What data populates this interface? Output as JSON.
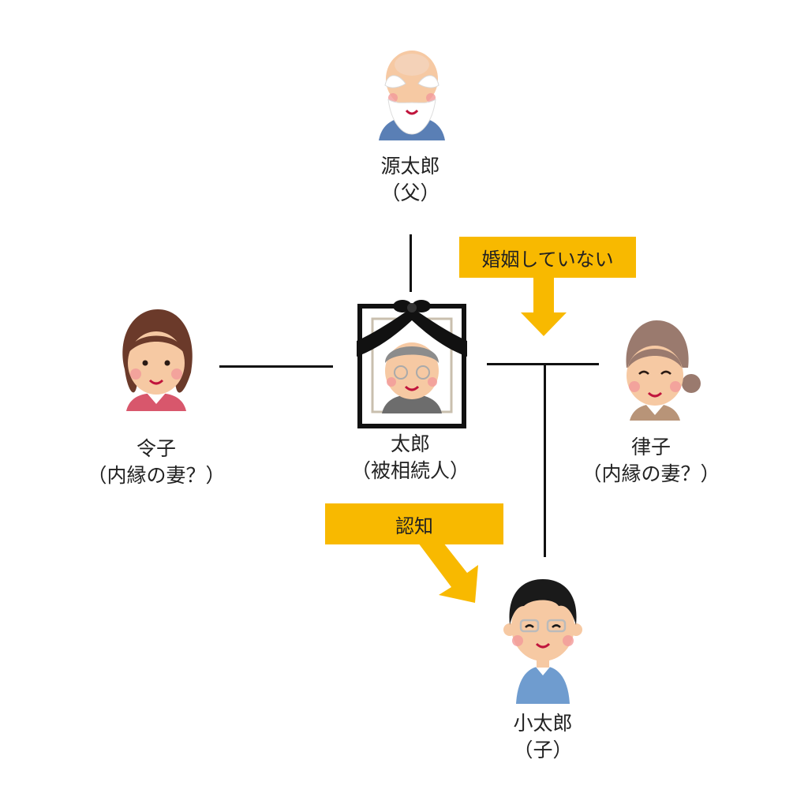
{
  "people": {
    "father": {
      "name": "源太郎",
      "role": "（父）"
    },
    "deceased": {
      "name": "太郎",
      "role": "（被相続人）"
    },
    "reiko": {
      "name": "令子",
      "role": "（内縁の妻？）"
    },
    "ritsuko": {
      "name": "律子",
      "role": "（内縁の妻？）"
    },
    "child": {
      "name": "小太郎",
      "role": "（子）"
    }
  },
  "callouts": {
    "not_married": "婚姻していない",
    "acknowledged": "認知"
  },
  "colors": {
    "callout": "#f8b900",
    "line": "#111111",
    "frame": "#111111"
  }
}
